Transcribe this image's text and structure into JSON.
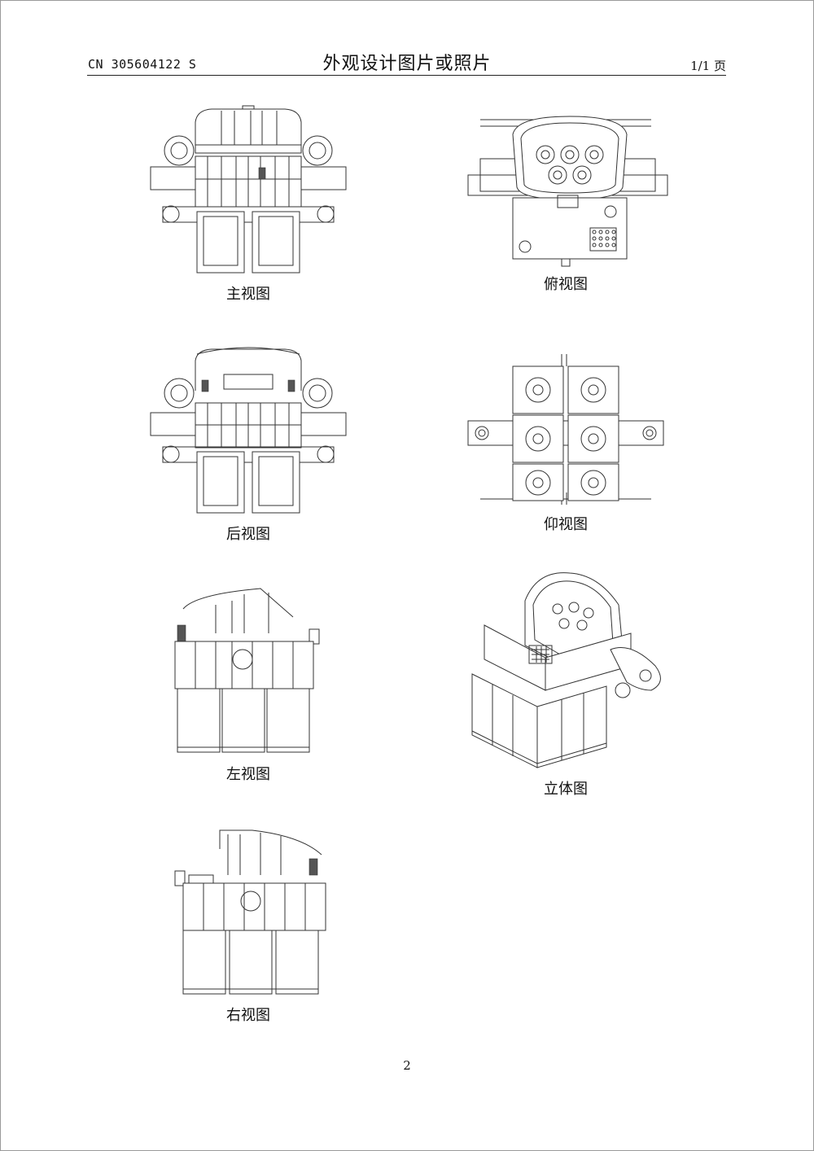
{
  "header": {
    "doc_number": "CN 305604122 S",
    "title": "外观设计图片或照片",
    "page_indicator": "1/1 页"
  },
  "views": {
    "front": "主视图",
    "top": "俯视图",
    "rear": "后视图",
    "bottom": "仰视图",
    "left": "左视图",
    "perspective": "立体图",
    "right": "右视图"
  },
  "footer": {
    "page_number": "2"
  }
}
